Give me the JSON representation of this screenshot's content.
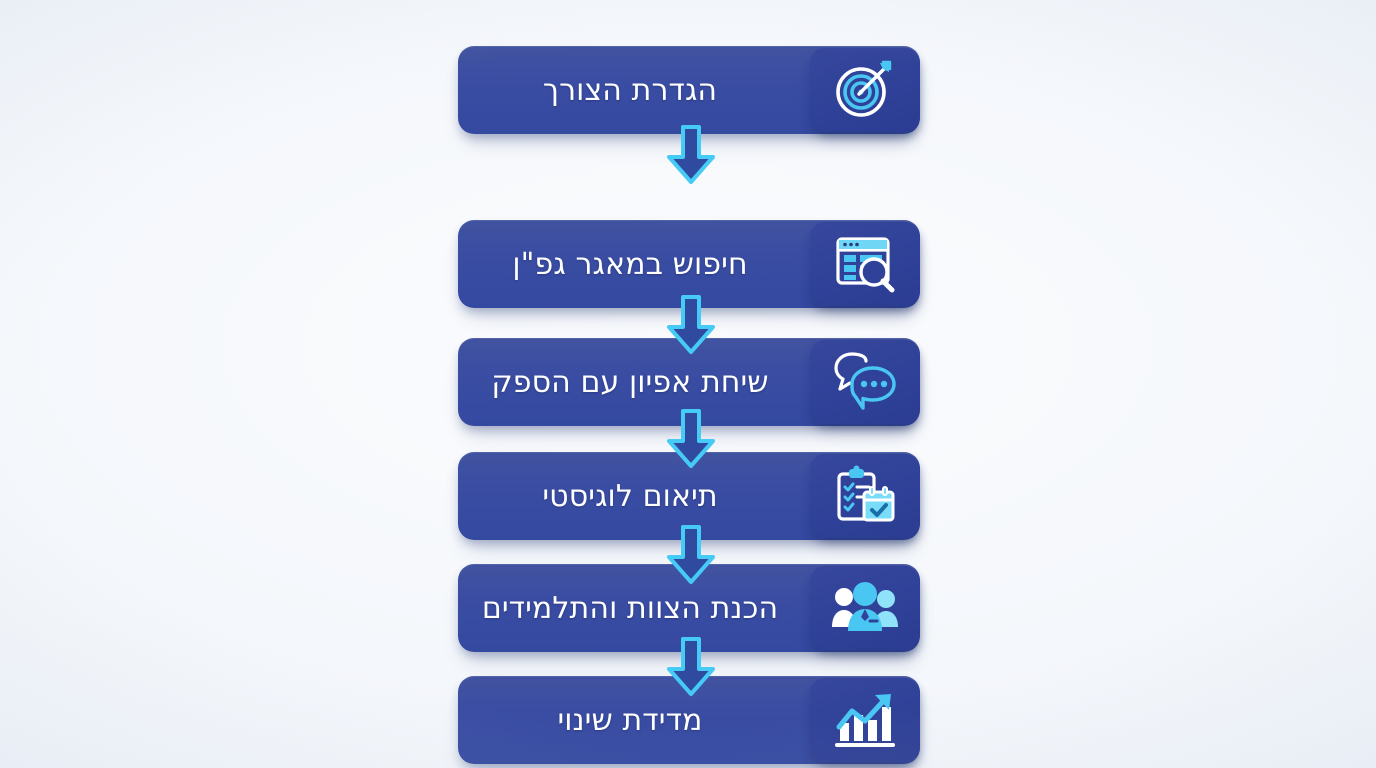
{
  "theme": {
    "background": "#f2f5fa",
    "bar_color": "#3a4da3",
    "tile_color": "#2f4198",
    "accent_cyan": "#3fc7f4",
    "text_color": "#ffffff",
    "arrow_fill": "#2f4a9e",
    "arrow_stroke": "#3fc7f4"
  },
  "flow": {
    "direction": "rtl",
    "steps": [
      {
        "index": 1,
        "label": "הגדרת הצורך",
        "icon": "target-arrow-icon"
      },
      {
        "index": 2,
        "label": "חיפוש במאגר גפ\"ן",
        "icon": "database-search-icon"
      },
      {
        "index": 3,
        "label": "שיחת אפיון עם הספק",
        "icon": "chat-bubbles-icon"
      },
      {
        "index": 4,
        "label": "תיאום לוגיסטי",
        "icon": "clipboard-calendar-icon"
      },
      {
        "index": 5,
        "label": "הכנת הצוות והתלמידים",
        "icon": "people-group-icon"
      },
      {
        "index": 6,
        "label": "מדידת שינוי",
        "icon": "growth-chart-icon"
      }
    ],
    "connectors": [
      {
        "from": 1,
        "to": 2,
        "icon": "arrow-down-icon"
      },
      {
        "from": 2,
        "to": 3,
        "icon": "arrow-down-icon"
      },
      {
        "from": 3,
        "to": 4,
        "icon": "arrow-down-icon"
      },
      {
        "from": 4,
        "to": 5,
        "icon": "arrow-down-icon"
      },
      {
        "from": 5,
        "to": 6,
        "icon": "arrow-down-icon"
      }
    ]
  }
}
